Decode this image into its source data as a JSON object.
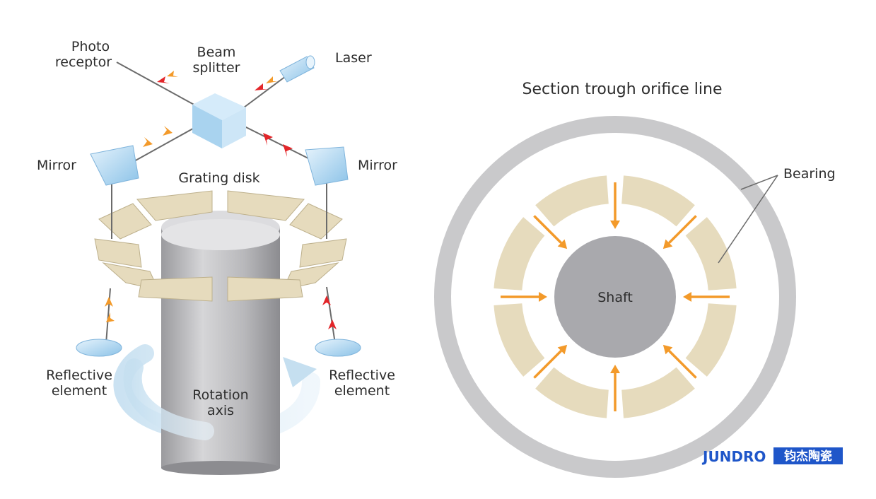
{
  "left_diagram": {
    "labels": {
      "photo": "Photo",
      "receptor": "receptor",
      "beam": "Beam",
      "splitter": "splitter",
      "laser": "Laser",
      "mirror_left": "Mirror",
      "mirror_right": "Mirror",
      "grating_disk": "Grating disk",
      "reflective_left_1": "Reflective",
      "reflective_left_2": "element",
      "reflective_right_1": "Reflective",
      "reflective_right_2": "element",
      "rotation_1": "Rotation",
      "rotation_2": "axis"
    }
  },
  "right_diagram": {
    "title": "Section trough orifice line",
    "bearing_label": "Bearing",
    "shaft_label": "Shaft"
  },
  "watermark": {
    "latin": "JUNDRO",
    "cjk": "钧杰陶瓷"
  },
  "colors": {
    "ceramic": "#e6dbbd",
    "ring": "#c9c9cb",
    "shaft": "#a9a9ad",
    "arrow_orange": "#f39a2a",
    "arrow_red": "#e3262a",
    "glass": "#a9d3ef",
    "watermark_blue": "#1f56c9"
  }
}
